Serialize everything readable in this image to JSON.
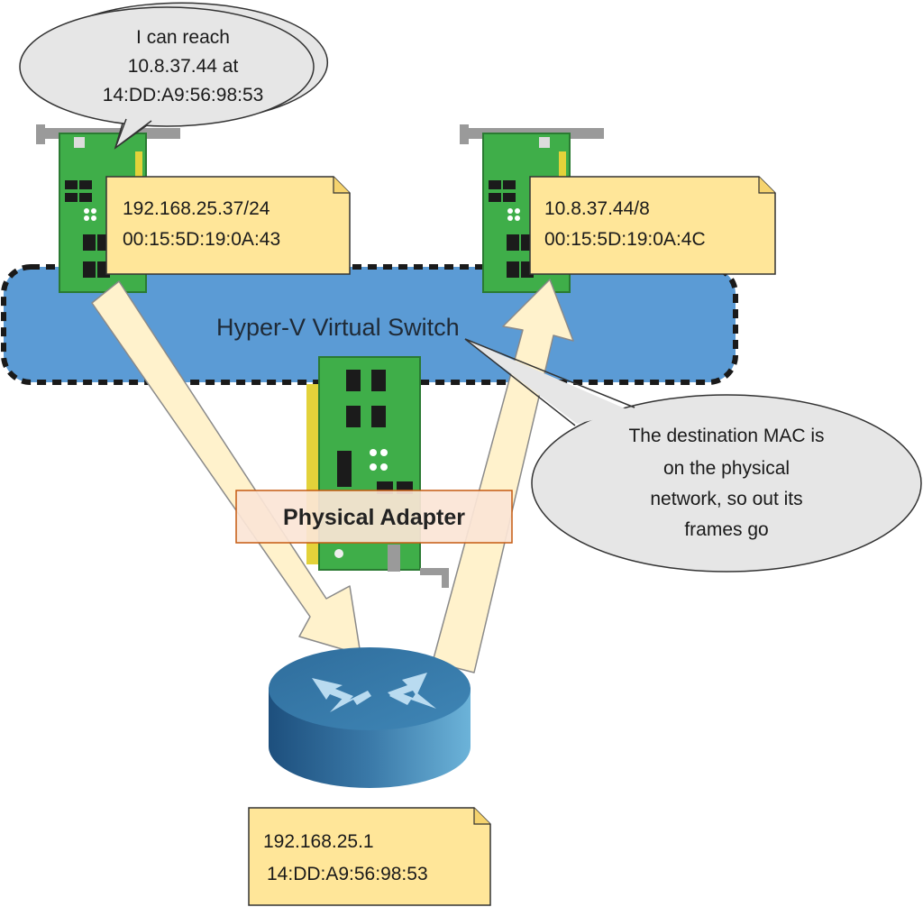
{
  "virtual_switch": {
    "label": "Hyper-V Virtual Switch"
  },
  "vm_adapter_left": {
    "ip": "192.168.25.37/24",
    "mac": "00:15:5D:19:0A:43"
  },
  "vm_adapter_right": {
    "ip": "10.8.37.44/8",
    "mac": "00:15:5D:19:0A:4C"
  },
  "physical_adapter": {
    "label": "Physical Adapter"
  },
  "router": {
    "ip": "192.168.25.1",
    "mac": "14:DD:A9:56:98:53"
  },
  "bubble_top": {
    "lines": [
      "I can reach",
      "10.8.37.44 at",
      "14:DD:A9:56:98:53"
    ]
  },
  "bubble_right": {
    "lines": [
      "The destination MAC is",
      "on the physical",
      "network, so out its",
      "frames go"
    ]
  },
  "colors": {
    "switch_fill": "#5b9bd5",
    "note_fill": "#ffe699",
    "arrow_fill": "#fff2cc",
    "router_top": "#2e75b6",
    "nic_green": "#3fae49",
    "adapter_border": "#c55a11"
  }
}
